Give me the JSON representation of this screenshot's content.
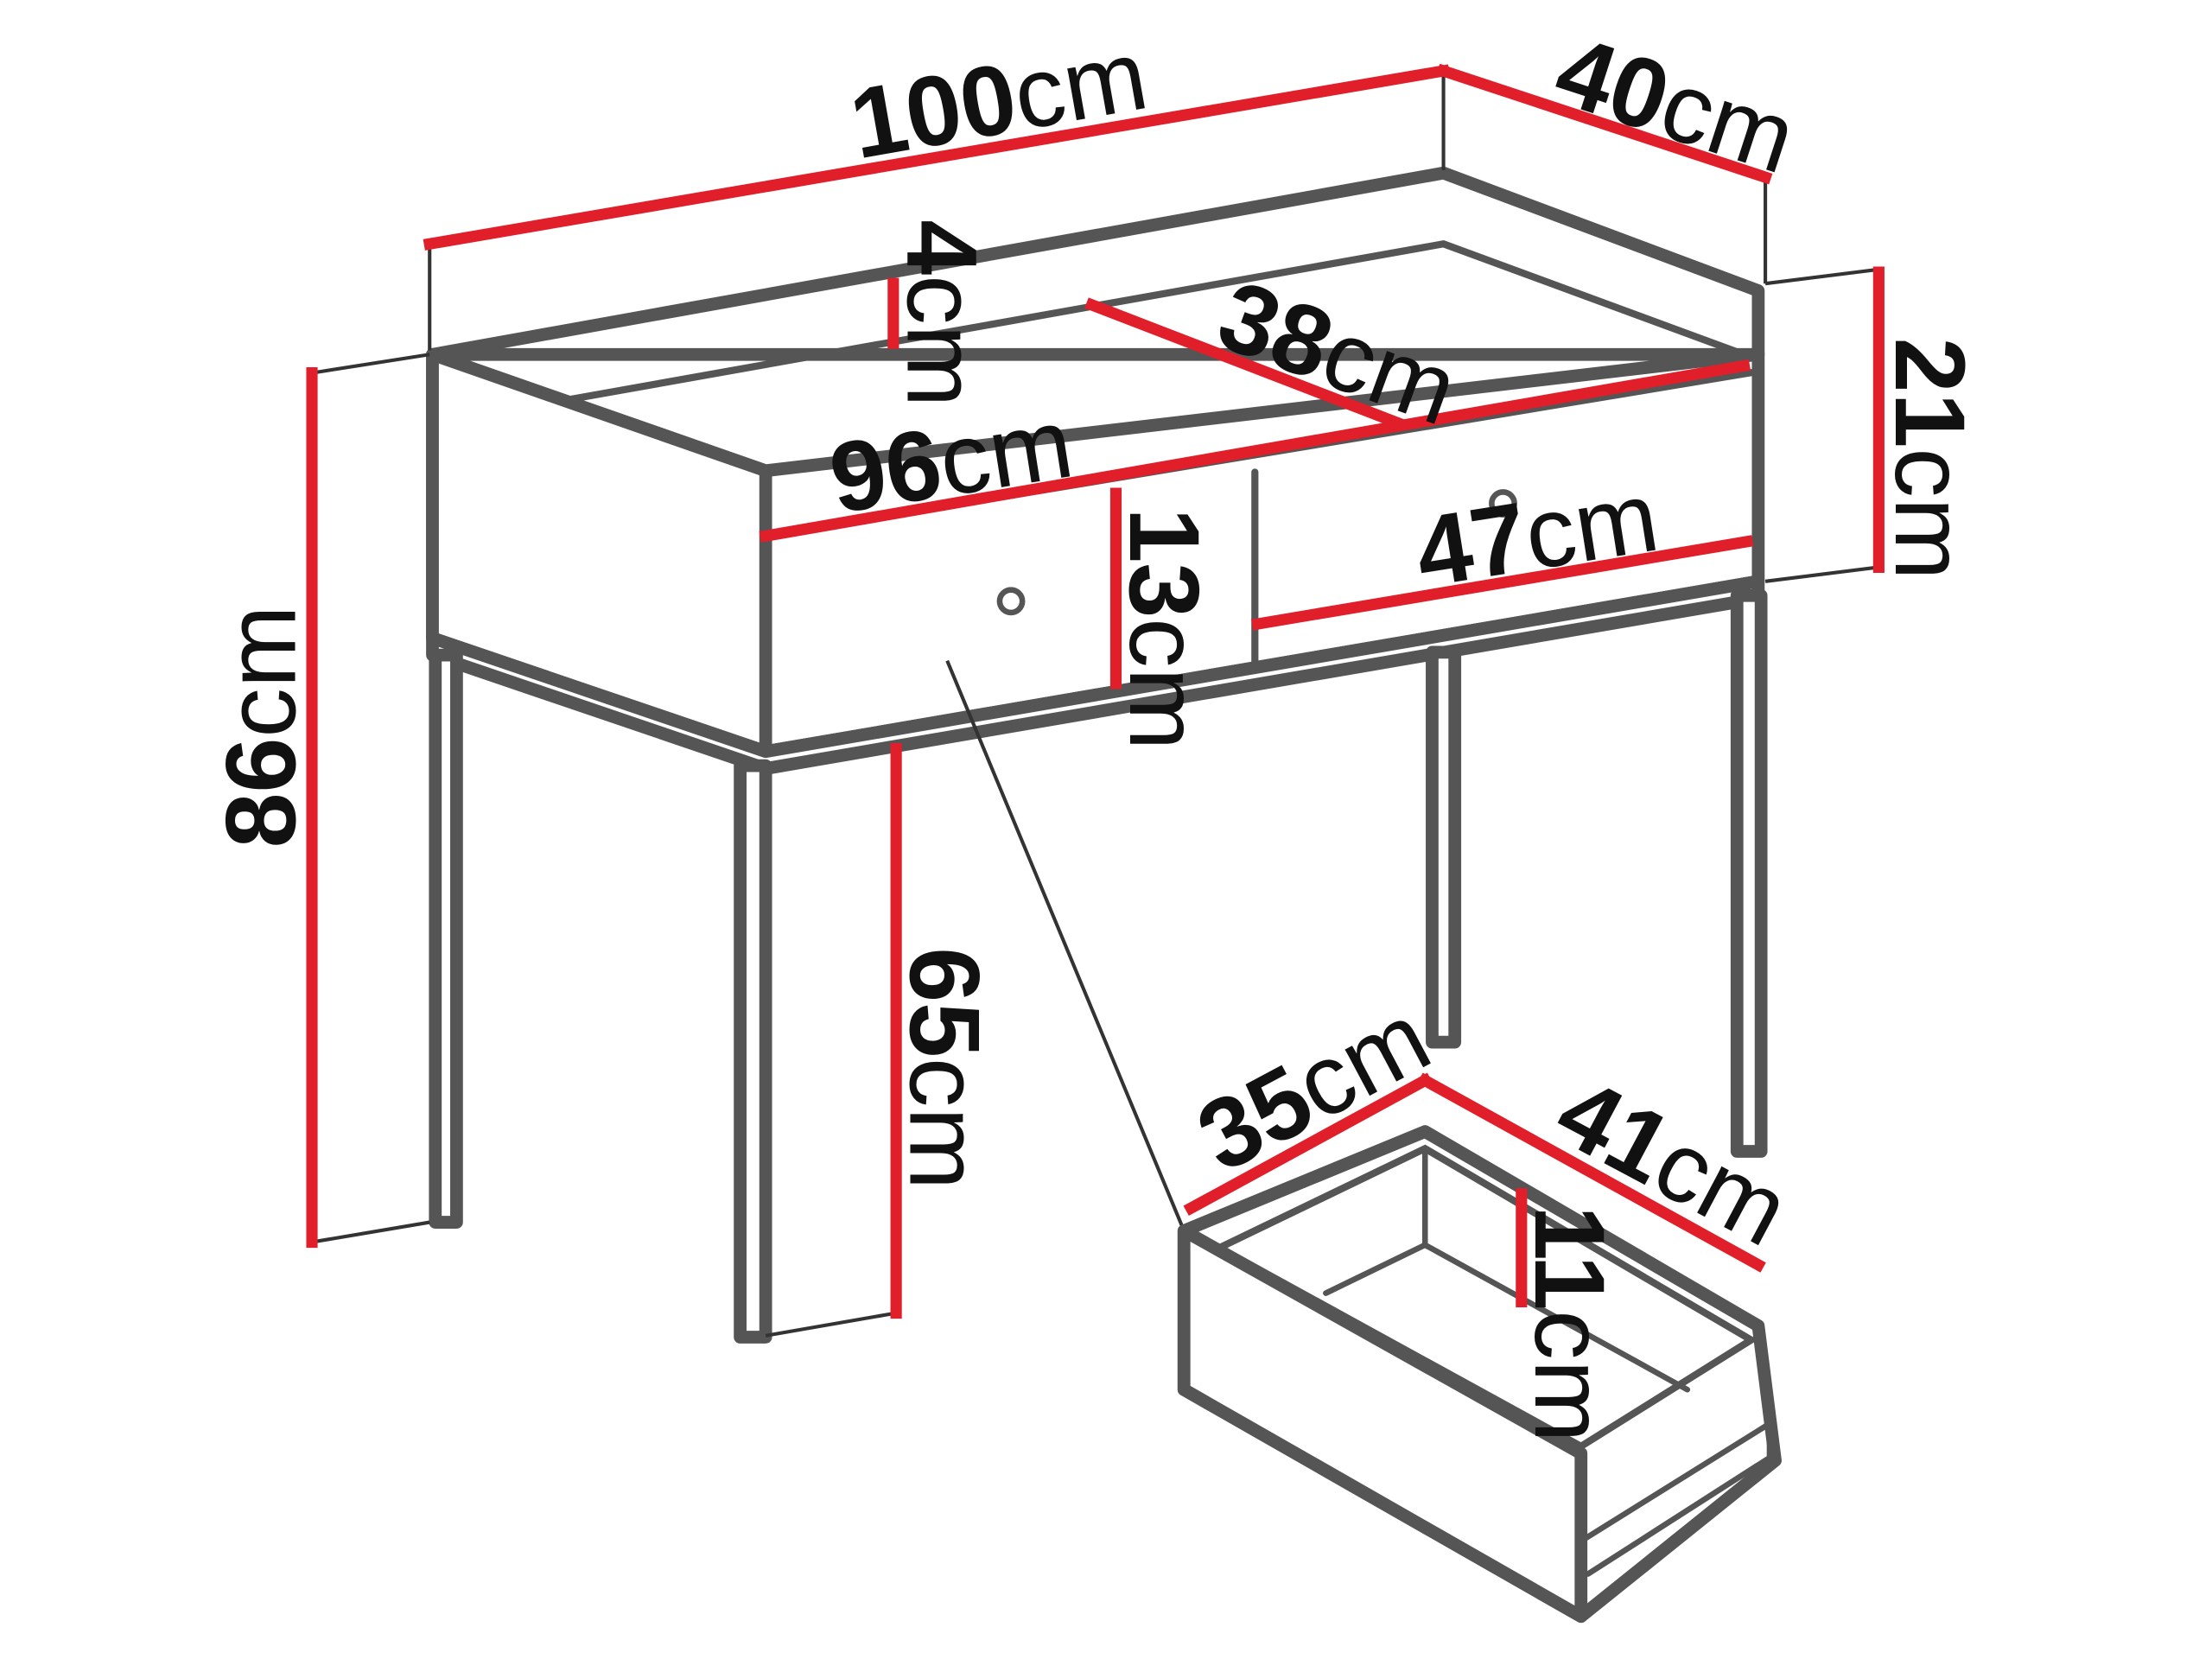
{
  "unit": "cm",
  "colors": {
    "dimension_line": "#e01f2a",
    "outline": "#555555",
    "text": "#111111"
  },
  "dimensions": {
    "overall_width": {
      "value": "100",
      "unit": "cm"
    },
    "overall_depth": {
      "value": "40",
      "unit": "cm"
    },
    "upstand_height": {
      "value": "4",
      "unit": "cm"
    },
    "shelf_depth": {
      "value": "38",
      "unit": "cm"
    },
    "top_height": {
      "value": "21",
      "unit": "cm"
    },
    "inner_width": {
      "value": "96",
      "unit": "cm"
    },
    "drawer_front_height": {
      "value": "13",
      "unit": "cm"
    },
    "drawer_front_width": {
      "value": "47",
      "unit": "cm"
    },
    "total_height": {
      "value": "86",
      "unit": "cm"
    },
    "leg_height": {
      "value": "65",
      "unit": "cm"
    },
    "drawer_width": {
      "value": "35",
      "unit": "cm"
    },
    "drawer_depth": {
      "value": "41",
      "unit": "cm"
    },
    "drawer_height": {
      "value": "11",
      "unit": "cm"
    }
  }
}
